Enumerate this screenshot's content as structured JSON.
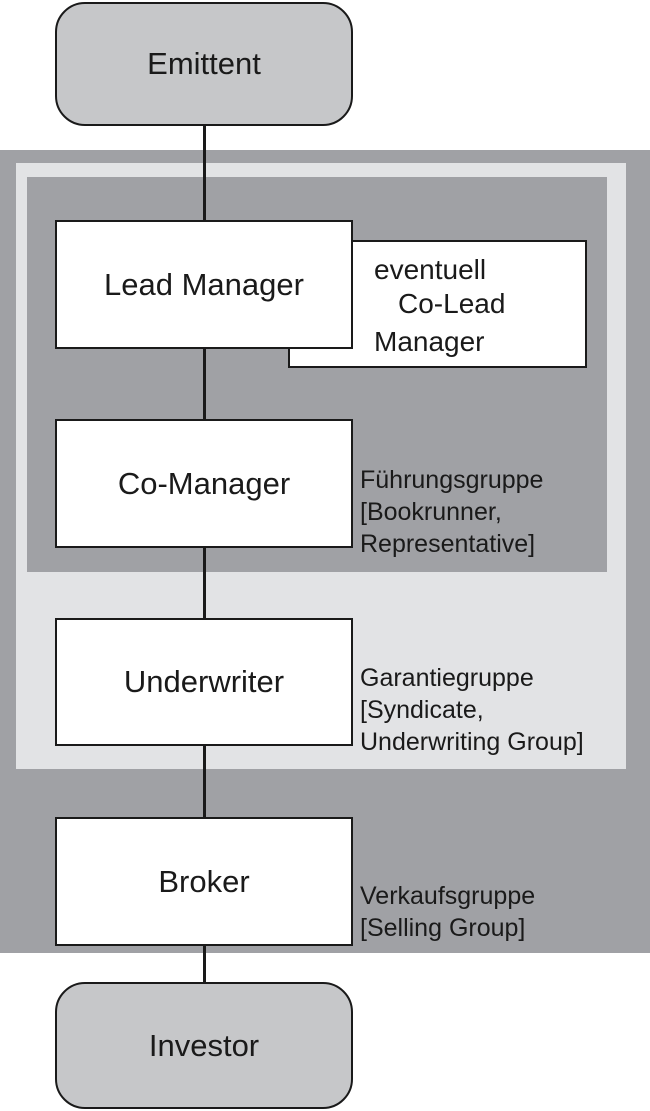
{
  "nodes": {
    "emittent": "Emittent",
    "lead_manager": "Lead Manager",
    "co_lead": [
      "eventuell",
      "Co-Lead",
      "Manager"
    ],
    "co_manager": "Co-Manager",
    "underwriter": "Underwriter",
    "broker": "Broker",
    "investor": "Investor"
  },
  "groups": {
    "fuehrungsgruppe": [
      "Führungsgruppe",
      "[Bookrunner,",
      "Representative]"
    ],
    "garantiegruppe": [
      "Garantiegruppe",
      "[Syndicate,",
      "Underwriting Group]"
    ],
    "verkaufsgruppe": [
      "Verkaufsgruppe",
      "[Selling Group]"
    ]
  },
  "colors": {
    "dark_gray": "#a0a1a5",
    "light_gray": "#e2e3e5",
    "rounded_fill": "#c6c7c9",
    "stroke": "#1a1a1a"
  }
}
